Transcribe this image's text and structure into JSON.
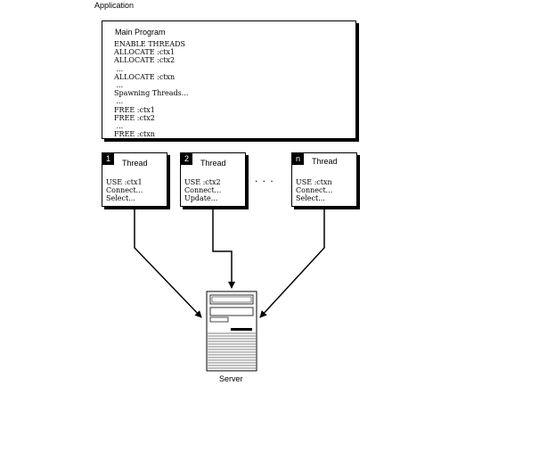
{
  "application_label": "Application",
  "main_program": {
    "title": "Main Program",
    "lines": [
      "ENABLE THREADS",
      "ALLOCATE :ctx1",
      "ALLOCATE :ctx2",
      " ...",
      "ALLOCATE :ctxn",
      " ...",
      "Spawning Threads...",
      " ...",
      "FREE :ctx1",
      "FREE :ctx2",
      " ...",
      "FREE :ctxn"
    ]
  },
  "threads": [
    {
      "number": "1",
      "title": "Thread",
      "lines": [
        "USE :ctx1",
        "Connect...",
        "Select..."
      ]
    },
    {
      "number": "2",
      "title": "Thread",
      "lines": [
        "USE :ctx2",
        "Connect...",
        "Update..."
      ]
    },
    {
      "number": "n",
      "title": "Thread",
      "lines": [
        "USE :ctxn",
        "Connect...",
        "Select..."
      ]
    }
  ],
  "ellipsis": ". . .",
  "server_label": "Server"
}
